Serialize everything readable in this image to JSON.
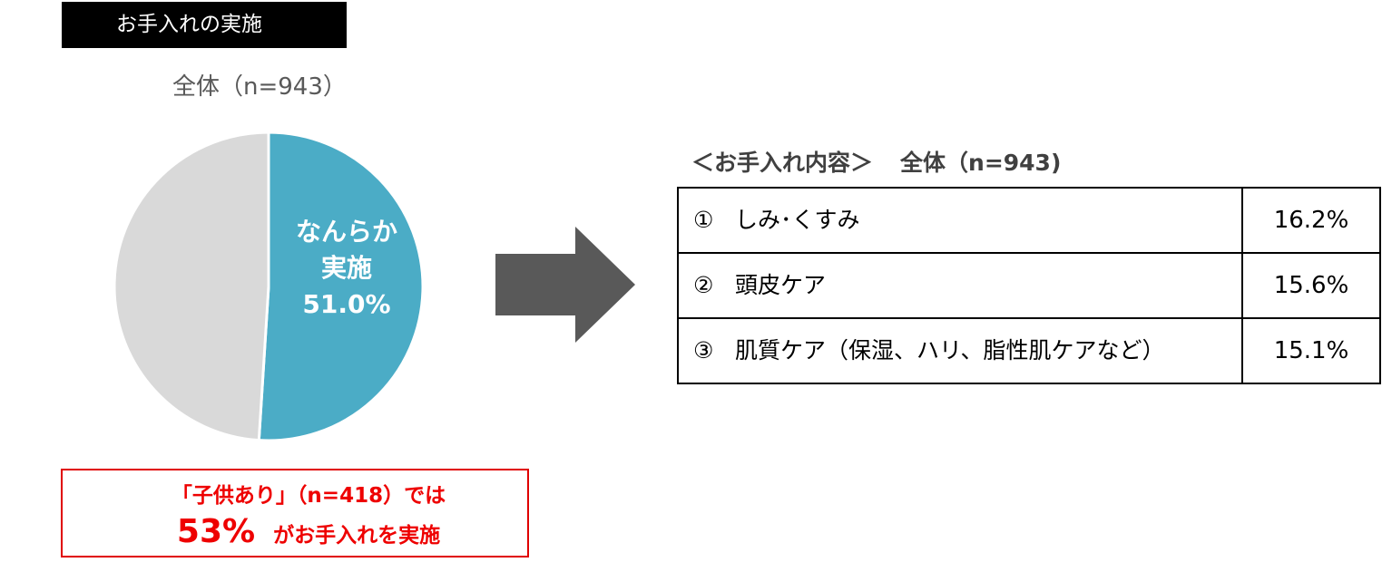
{
  "header": {
    "title": "お手入れの実施"
  },
  "pie": {
    "subtitle": "全体（n=943）",
    "label_line1": "なんらか",
    "label_line2": "実施",
    "label_value": "51.0%"
  },
  "chart_data": [
    {
      "type": "pie",
      "title": "全体（n=943）",
      "slices": [
        {
          "label": "なんらか実施",
          "value": 51.0,
          "color": "#4bacc6"
        },
        {
          "label": "",
          "value": 49.0,
          "color": "#d9d9d9"
        }
      ]
    },
    {
      "type": "table",
      "title": "＜お手入れ内容＞　全体（n=943)",
      "rows": [
        {
          "label": "しみ･くすみ",
          "value": "16.2%"
        },
        {
          "label": "頭皮ケア",
          "value": "15.6%"
        },
        {
          "label": "肌質ケア（保湿、ハリ、脂性肌ケアなど）",
          "value": "15.1%"
        }
      ]
    }
  ],
  "table": {
    "title_left": "＜お手入れ内容＞",
    "title_right": "全体（n=943)",
    "rows": [
      {
        "num": "①",
        "label": "しみ･くすみ",
        "value": "16.2%"
      },
      {
        "num": "②",
        "label": "頭皮ケア",
        "value": "15.6%"
      },
      {
        "num": "③",
        "label": "肌質ケア（保湿、ハリ、脂性肌ケアなど）",
        "value": "15.1%"
      }
    ]
  },
  "note": {
    "line1": "「子供あり」（n=418）では",
    "big": "53%",
    "rest": "がお手入れを実施"
  },
  "colors": {
    "pie_main": "#4bacc6",
    "pie_rest": "#d9d9d9",
    "arrow": "#595959",
    "note_red": "#ee0000"
  },
  "icons": {
    "arrow": "right-arrow-icon"
  }
}
